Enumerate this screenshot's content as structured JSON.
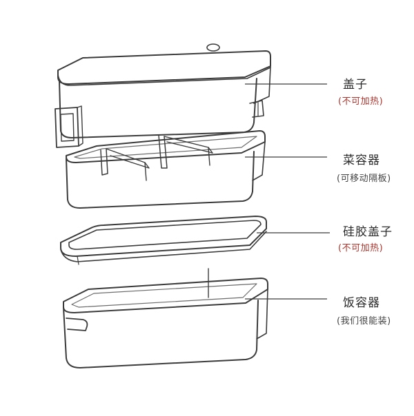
{
  "colors": {
    "line": "#3a3a3a",
    "light_line": "#8a8a8a",
    "warning": "#b0342c",
    "note": "#444444"
  },
  "parts": [
    {
      "name": "盖子",
      "note": "(不可加热)",
      "note_style": "warning"
    },
    {
      "name": "菜容器",
      "note": "(可移动隔板)",
      "note_style": "normal"
    },
    {
      "name": "硅胶盖子",
      "note": "(不可加热)",
      "note_style": "warning"
    },
    {
      "name": "饭容器",
      "note": "(我们很能装)",
      "note_style": "normal"
    }
  ]
}
